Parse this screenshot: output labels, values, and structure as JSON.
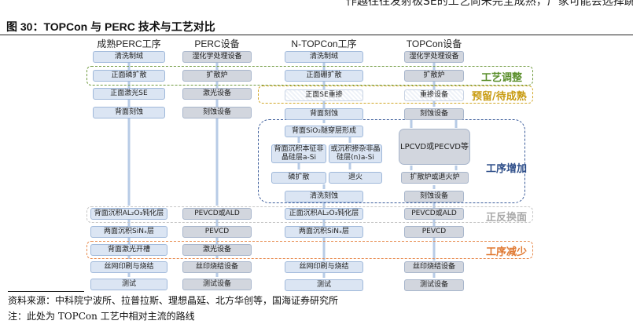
{
  "top_text": "作越往往发射极SE的工艺尚未完全成熟，厂家可能会选择跳过。",
  "figure_title": "图 30：TOPCon 与 PERC 技术与工艺对比",
  "columns": [
    "成熟PERC工序",
    "PERC设备",
    "N-TOPCon工序",
    "TOPCon设备"
  ],
  "perc_steps": [
    "清洗制绒",
    "正面磷扩散",
    "正面激光SE",
    "背面刻蚀",
    "背面沉积AL₂O₃钝化层",
    "两面沉积SiNₓ层",
    "背面激光开槽",
    "丝网印刷与烧结",
    "测试"
  ],
  "perc_equipment": [
    "湿化学处理设备",
    "扩散炉",
    "激光设备",
    "刻蚀设备",
    "PEVCD或ALD",
    "PEVCD",
    "激光设备",
    "丝印烧结设备",
    "测试设备"
  ],
  "topcon_steps": [
    "清洗制绒",
    "正面硼扩散",
    "正面SE重掺",
    "背面刻蚀",
    "背面SiO₂隧穿层形成",
    "背面沉积本征非晶硅层a-Si",
    "或沉积掺杂非晶硅层(n)a-Si",
    "磷扩散",
    "退火",
    "清洗刻蚀",
    "正面沉积AL₂O₃钝化层",
    "两面沉积SiNₓ层",
    "丝网印刷与烧结",
    "测试"
  ],
  "topcon_equipment": [
    "湿化学处理设备",
    "扩散炉",
    "重掺设备",
    "刻蚀设备",
    "LPCVD或PECVD等",
    "扩散炉或退火炉",
    "刻蚀设备",
    "PEVCD或ALD",
    "PEVCD",
    "丝印烧结设备",
    "测试设备"
  ],
  "groups": [
    {
      "label": "工艺调整",
      "color": "#5b8f2c"
    },
    {
      "label": "预留/待成熟",
      "color": "#c89b10"
    },
    {
      "label": "工序增加",
      "color": "#2f4f8a"
    },
    {
      "label": "正反换面",
      "color": "#a9a9a9"
    },
    {
      "label": "工序减少",
      "color": "#e07830"
    }
  ],
  "source": "资料来源：中科院宁波所、拉普拉斯、理想晶延、北方华创等，国海证券研究所",
  "note": "注：此处为 TOPCon 工艺中相对主流的路线"
}
